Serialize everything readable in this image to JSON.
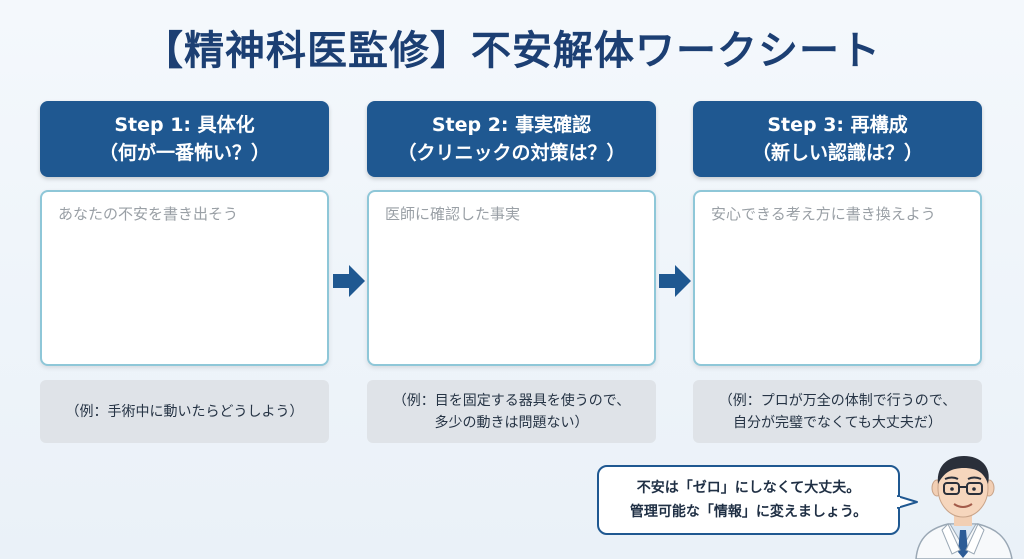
{
  "title": "【精神科医監修】不安解体ワークシート",
  "steps": [
    {
      "header_line1": "Step 1:  具体化",
      "header_line2": "（何が一番怖い？）",
      "placeholder": "あなたの不安を書き出そう",
      "example_line1": "（例：手術中に動いたらどうしよう）",
      "example_line2": ""
    },
    {
      "header_line1": "Step 2: 事実確認",
      "header_line2": "（クリニックの対策は？）",
      "placeholder": "医師に確認した事実",
      "example_line1": "（例：目を固定する器具を使うので、",
      "example_line2": "多少の動きは問題ない）"
    },
    {
      "header_line1": "Step 3: 再構成",
      "header_line2": "（新しい認識は？）",
      "placeholder": "安心できる考え方に書き換えよう",
      "example_line1": "（例：プロが万全の体制で行うので、",
      "example_line2": "自分が完璧でなくても大丈夫だ）"
    }
  ],
  "speech": {
    "line1": "不安は「ゼロ」にしなくて大丈夫。",
    "line2": "管理可能な「情報」に変えましょう。"
  },
  "colors": {
    "title": "#1c3f73",
    "header_bg": "#1f5891",
    "box_border": "#8ec7d8",
    "example_bg": "#dfe3e8",
    "arrow": "#1f5891"
  },
  "icons": {
    "arrow": "arrow-right-icon",
    "doctor": "doctor-avatar-icon"
  }
}
